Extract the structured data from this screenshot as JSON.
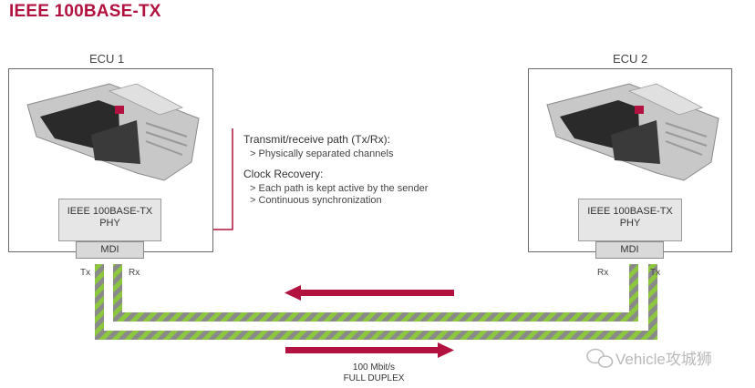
{
  "title": "IEEE 100BASE-TX",
  "ecu1": {
    "label": "ECU 1",
    "phy_line1": "IEEE 100BASE-TX",
    "phy_line2": "PHY",
    "mdi": "MDI",
    "port_left": "Tx",
    "port_right": "Rx"
  },
  "ecu2": {
    "label": "ECU 2",
    "phy_line1": "IEEE 100BASE-TX",
    "phy_line2": "PHY",
    "mdi": "MDI",
    "port_left": "Rx",
    "port_right": "Tx"
  },
  "notes": {
    "heading1": "Transmit/receive path (Tx/Rx):",
    "items1": [
      "> Physically separated channels"
    ],
    "heading2": "Clock Recovery:",
    "items2": [
      "> Each path is kept active by the sender",
      "> Continuous synchronization"
    ]
  },
  "link": {
    "speed": "100 Mbit/s",
    "mode": "FULL DUPLEX"
  },
  "watermark": "Vehicle攻城狮",
  "colors": {
    "accent": "#b1123f",
    "cable_green": "#8dc63f",
    "cable_gray": "#8a8a8a"
  }
}
